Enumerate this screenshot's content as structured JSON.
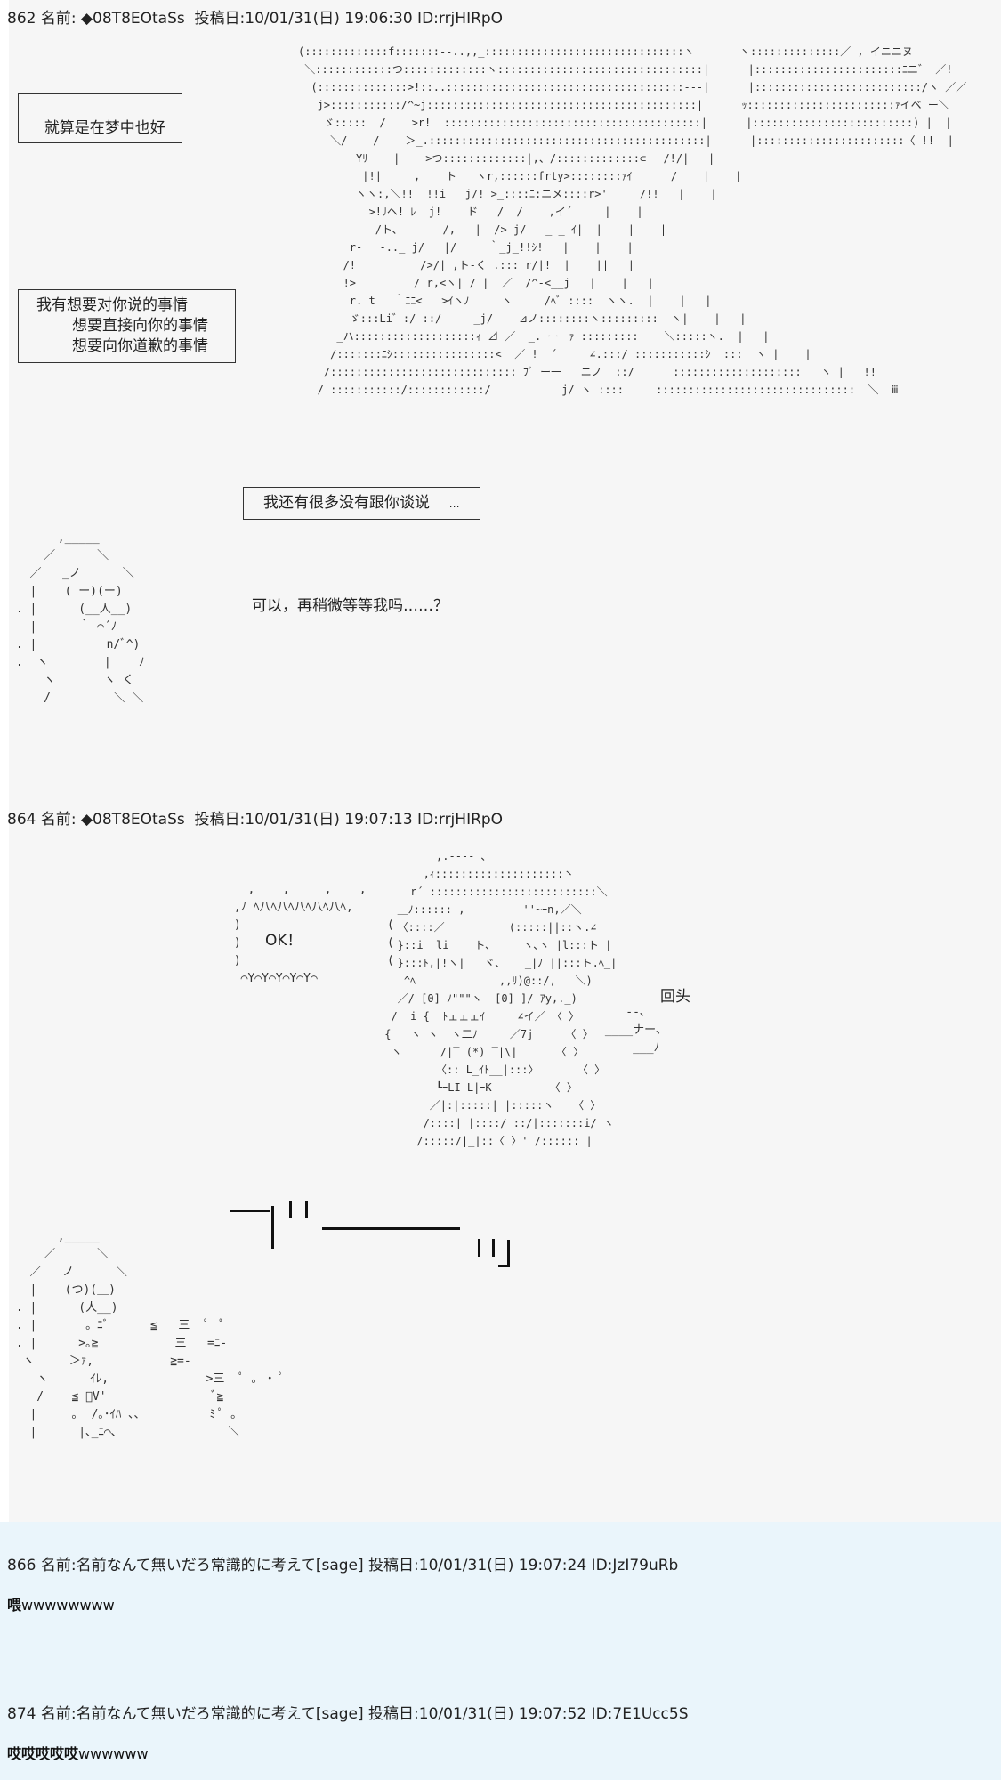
{
  "posts": [
    {
      "header": "862 名前: ◆08T8EOtaSs ⁠ 投稿日:10/01/31(日) 19:06:30 ID:rrjHIRpO",
      "box1": "就算是在梦中也好",
      "box2_lines": [
        "我有想要对你说的事情",
        "想要直接向你的事情",
        "想要向你道歉的事情"
      ],
      "box3": "我还有很多没有跟你谈说",
      "box3_tail": "…",
      "caption": "可以，再稍微等等我吗……？"
    },
    {
      "header": "864 名前: ◆08T8EOtaSs ⁠ 投稿日:10/01/31(日) 19:07:13 ID:rrjHIRpO",
      "ok_text": "OK！",
      "turn_text": "回头",
      "na_text": "ナー"
    },
    {
      "header": "866 名前:名前なんて無いだろ常識的に考えて[sage] 投稿日:10/01/31(日) 19:07:24 ID:JzI79uRb",
      "body_bold": "喂",
      "body_rest": "wwwwwwww"
    },
    {
      "header": "874 名前:名前なんて無いだろ常識的に考えて[sage] 投稿日:10/01/31(日) 19:07:52 ID:7E1Ucc5S",
      "body_bold": "哎哎哎哎哎",
      "body_rest": "wwwwww"
    }
  ]
}
